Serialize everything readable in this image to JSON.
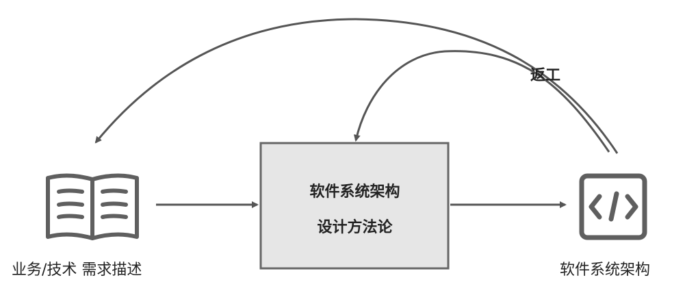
{
  "nodes": {
    "input": {
      "label": "业务/技术 需求描述",
      "icon": "book-icon"
    },
    "process": {
      "line1": "软件系统架构",
      "line2": "设计方法论"
    },
    "output": {
      "label": "软件系统架构",
      "icon": "code-icon"
    }
  },
  "feedback": {
    "label": "返工"
  },
  "colors": {
    "stroke": "#555555",
    "box_fill": "#e6e6e6",
    "text": "#222222"
  }
}
